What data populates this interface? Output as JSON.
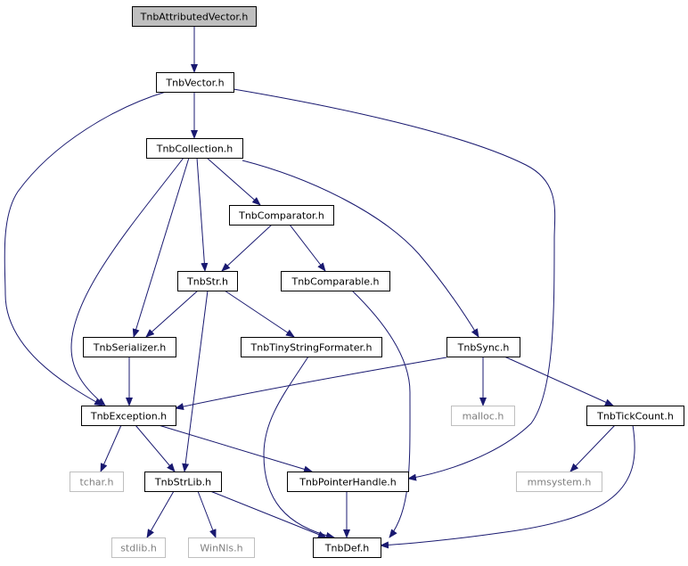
{
  "colors": {
    "edge": "#191970",
    "arrowhead": "#191970",
    "node_fill": "#ffffff",
    "node_border": "#000000",
    "root_fill": "#bfbfbf",
    "external_border": "#bfbfbf",
    "external_text": "#7f7f7f",
    "node_text": "#000000"
  },
  "nodes": [
    {
      "id": "n_attr",
      "label": "TnbAttributedVector.h",
      "kind": "root"
    },
    {
      "id": "n_vector",
      "label": "TnbVector.h",
      "kind": "local"
    },
    {
      "id": "n_collection",
      "label": "TnbCollection.h",
      "kind": "local"
    },
    {
      "id": "n_comparator",
      "label": "TnbComparator.h",
      "kind": "local"
    },
    {
      "id": "n_str",
      "label": "TnbStr.h",
      "kind": "local"
    },
    {
      "id": "n_comparable",
      "label": "TnbComparable.h",
      "kind": "local"
    },
    {
      "id": "n_serializer",
      "label": "TnbSerializer.h",
      "kind": "local"
    },
    {
      "id": "n_tiny",
      "label": "TnbTinyStringFormater.h",
      "kind": "local"
    },
    {
      "id": "n_sync",
      "label": "TnbSync.h",
      "kind": "local"
    },
    {
      "id": "n_exception",
      "label": "TnbException.h",
      "kind": "local"
    },
    {
      "id": "n_malloc",
      "label": "malloc.h",
      "kind": "external"
    },
    {
      "id": "n_tick",
      "label": "TnbTickCount.h",
      "kind": "local"
    },
    {
      "id": "n_tchar",
      "label": "tchar.h",
      "kind": "external"
    },
    {
      "id": "n_strlib",
      "label": "TnbStrLib.h",
      "kind": "local"
    },
    {
      "id": "n_ptr",
      "label": "TnbPointerHandle.h",
      "kind": "local"
    },
    {
      "id": "n_mmsys",
      "label": "mmsystem.h",
      "kind": "external"
    },
    {
      "id": "n_stdlib",
      "label": "stdlib.h",
      "kind": "external"
    },
    {
      "id": "n_winnls",
      "label": "WinNls.h",
      "kind": "external"
    },
    {
      "id": "n_def",
      "label": "TnbDef.h",
      "kind": "local"
    }
  ],
  "edges": [
    {
      "from": "n_attr",
      "to": "n_vector"
    },
    {
      "from": "n_vector",
      "to": "n_collection"
    },
    {
      "from": "n_vector",
      "to": "n_exception"
    },
    {
      "from": "n_vector",
      "to": "n_ptr"
    },
    {
      "from": "n_collection",
      "to": "n_comparator"
    },
    {
      "from": "n_collection",
      "to": "n_str"
    },
    {
      "from": "n_collection",
      "to": "n_serializer"
    },
    {
      "from": "n_collection",
      "to": "n_exception"
    },
    {
      "from": "n_collection",
      "to": "n_sync"
    },
    {
      "from": "n_comparator",
      "to": "n_str"
    },
    {
      "from": "n_comparator",
      "to": "n_comparable"
    },
    {
      "from": "n_str",
      "to": "n_serializer"
    },
    {
      "from": "n_str",
      "to": "n_tiny"
    },
    {
      "from": "n_str",
      "to": "n_strlib"
    },
    {
      "from": "n_comparable",
      "to": "n_def"
    },
    {
      "from": "n_serializer",
      "to": "n_exception"
    },
    {
      "from": "n_tiny",
      "to": "n_def"
    },
    {
      "from": "n_sync",
      "to": "n_exception"
    },
    {
      "from": "n_sync",
      "to": "n_malloc"
    },
    {
      "from": "n_sync",
      "to": "n_tick"
    },
    {
      "from": "n_exception",
      "to": "n_tchar"
    },
    {
      "from": "n_exception",
      "to": "n_strlib"
    },
    {
      "from": "n_exception",
      "to": "n_ptr"
    },
    {
      "from": "n_tick",
      "to": "n_mmsys"
    },
    {
      "from": "n_tick",
      "to": "n_def"
    },
    {
      "from": "n_strlib",
      "to": "n_stdlib"
    },
    {
      "from": "n_strlib",
      "to": "n_winnls"
    },
    {
      "from": "n_strlib",
      "to": "n_def"
    },
    {
      "from": "n_ptr",
      "to": "n_def"
    }
  ]
}
